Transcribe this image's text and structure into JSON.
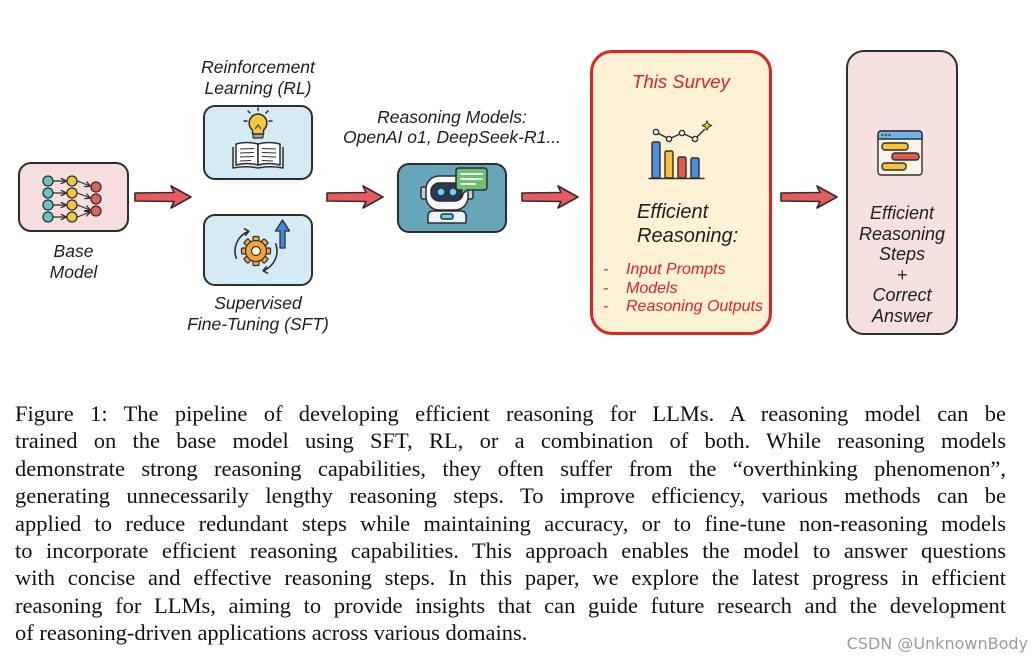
{
  "diagram": {
    "base_model": {
      "label_lines": [
        "Base",
        "Model"
      ],
      "icon": "neural-network-icon"
    },
    "reinforcement_learning": {
      "label_lines": [
        "Reinforcement",
        "Learning (RL)"
      ],
      "icon": "lightbulb-book-icon"
    },
    "supervised_fine_tuning": {
      "label_lines": [
        "Supervised",
        "Fine-Tuning (SFT)"
      ],
      "icon": "gear-cycle-icon"
    },
    "reasoning_models": {
      "label_lines": [
        "Reasoning Models:",
        "OpenAI o1, DeepSeek-R1..."
      ],
      "icon": "robot-chat-icon"
    },
    "survey": {
      "title": "This Survey",
      "heading_lines": [
        "Efficient",
        "Reasoning:"
      ],
      "bullet": "-",
      "items": [
        "Input Prompts",
        "Models",
        "Reasoning Outputs"
      ],
      "icon": "bar-chart-icon"
    },
    "output": {
      "label_lines": [
        "Efficient",
        "Reasoning",
        "Steps",
        "+",
        "Correct",
        "Answer"
      ],
      "icon": "chat-window-icon"
    },
    "arrow_icon": "arrow-right-icon",
    "colors": {
      "outline": "#2e2e2e",
      "arrow_fill": "#e35d5f",
      "survey_border": "#e32121",
      "survey_text": "#e32121",
      "survey_fill": "#fdf2d6",
      "base_fill": "#f6dede",
      "rl_sft_fill": "#d5ebf4",
      "reasoning_fill": "#67a5bb",
      "output_fill": "#f7e0e0"
    }
  },
  "caption": {
    "lines": [
      "Figure 1: The pipeline of developing efficient reasoning for LLMs. A reasoning model can be",
      "trained on the base model using SFT, RL, or a combination of both. While reasoning models",
      "demonstrate strong reasoning capabilities, they often suffer from the “overthinking phenomenon”,",
      "generating unnecessarily lengthy reasoning steps. To improve efficiency, various methods can be",
      "applied to reduce redundant steps while maintaining accuracy, or to fine-tune non-reasoning models",
      "to incorporate efficient reasoning capabilities. This approach enables the model to answer questions",
      "with concise and effective reasoning steps. In this paper, we explore the latest progress in efficient",
      "reasoning for LLMs, aiming to provide insights that can guide future research and the development",
      "of reasoning-driven applications across various domains."
    ]
  },
  "watermark": "CSDN @UnknownBody"
}
